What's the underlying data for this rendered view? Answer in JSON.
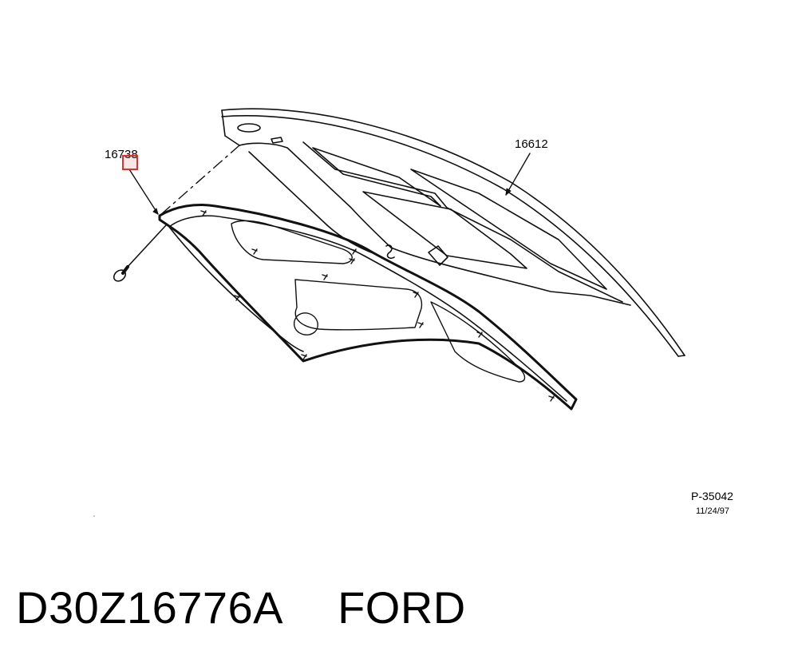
{
  "diagram": {
    "callouts": {
      "insulator": "16738",
      "hood": "16612"
    },
    "reference_code": "P-35042",
    "reference_date": "11/24/97",
    "highlight_color": "#e0302e"
  },
  "footer": {
    "part_number": "D30Z16776A",
    "brand": "FORD"
  }
}
